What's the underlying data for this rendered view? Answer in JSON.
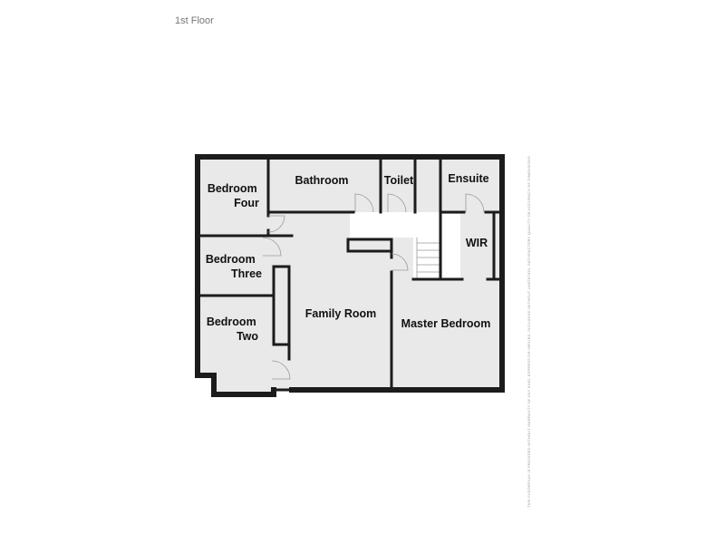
{
  "floor_label": "1st Floor",
  "rooms": {
    "bedroom_four": [
      "Bedroom",
      "Four"
    ],
    "bathroom": "Bathroom",
    "toilet": "Toilet",
    "ensuite": "Ensuite",
    "wir": "WIR",
    "bedroom_three": [
      "Bedroom",
      "Three"
    ],
    "bedroom_two": [
      "Bedroom",
      "Two"
    ],
    "family_room": "Family Room",
    "master_bedroom": "Master Bedroom"
  },
  "disclaimer": "THIS FLOORPLAN IS PROVIDED WITHOUT WARRANTY OF ANY KIND, EXPRESS OR IMPLIED, INCLUDING WITHOUT LIMITATION, SATISFACTORY QUALITY OR ACCURACY OF DIMENSIONS",
  "colors": {
    "floor": "#e9e9e9",
    "wall": "#1c1c1c",
    "background": "#ffffff"
  }
}
